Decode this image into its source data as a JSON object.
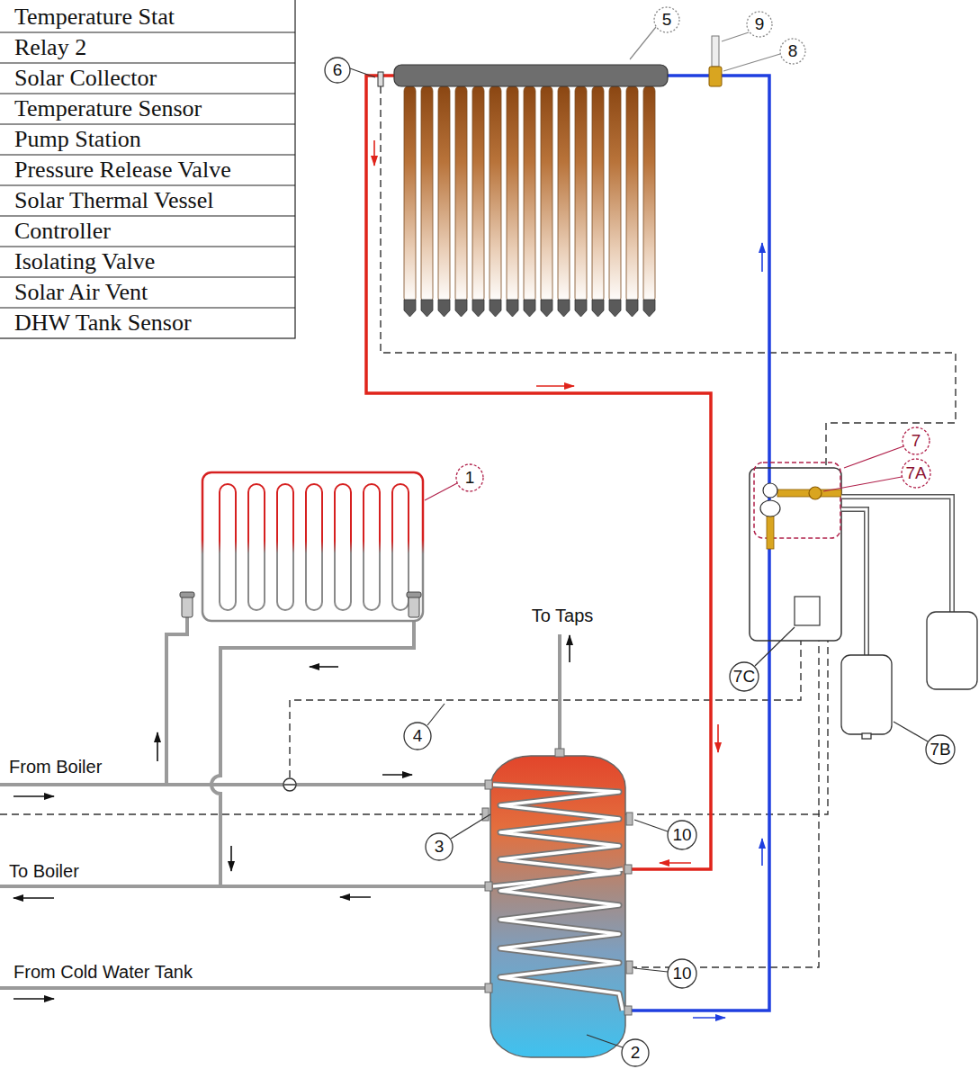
{
  "diagram": {
    "labels": [
      "Temperature Stat",
      "Relay 2",
      "Solar Collector",
      "Temperature Sensor",
      "Pump Station",
      "Pressure Release Valve",
      "Solar Thermal Vessel",
      "Controller",
      "Isolating Valve",
      "Solar Air Vent",
      "DHW Tank Sensor",
      "5",
      "9",
      "8",
      "6",
      "7",
      "1",
      "7A",
      "To Taps",
      "7C",
      "4",
      "7B",
      "From Boiler",
      "10",
      "3",
      "To Boiler",
      "From Cold Water Tank",
      "10",
      "2"
    ]
  }
}
